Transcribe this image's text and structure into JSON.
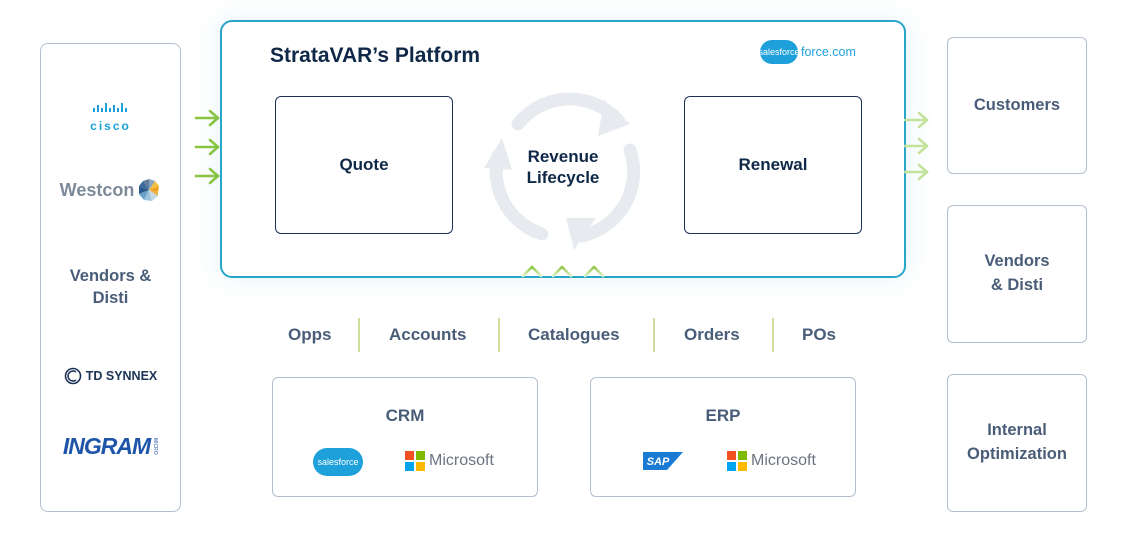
{
  "platform": {
    "title": "StrataVAR’s Platform",
    "badge_logo": "salesforce",
    "badge_text": "force.com",
    "quote": "Quote",
    "lifecycle_line1": "Revenue",
    "lifecycle_line2": "Lifecycle",
    "renewal": "Renewal"
  },
  "vendors": {
    "cisco": "cisco",
    "westcon": "Westcon",
    "label_line1": "Vendors &",
    "label_line2": "Disti",
    "td_synnex": "TD SYNNEX",
    "ingram": "INGRAM",
    "ingram_sub": "MICRO"
  },
  "outputs": {
    "customers": "Customers",
    "vendors_line1": "Vendors",
    "vendors_line2": "& Disti",
    "internal_line1": "Internal",
    "internal_line2": "Optimization"
  },
  "data_objects": [
    "Opps",
    "Accounts",
    "Catalogues",
    "Orders",
    "POs"
  ],
  "crm": {
    "title": "CRM",
    "logo1": "salesforce",
    "logo2": "Microsoft"
  },
  "erp": {
    "title": "ERP",
    "logo1": "SAP",
    "logo2": "Microsoft"
  },
  "colors": {
    "accent_border": "#27a6c8",
    "arrow_green": "#8cc63f",
    "arrow_green_light": "#c3e29a",
    "navy": "#0f2847",
    "slate": "#4a5d78"
  }
}
